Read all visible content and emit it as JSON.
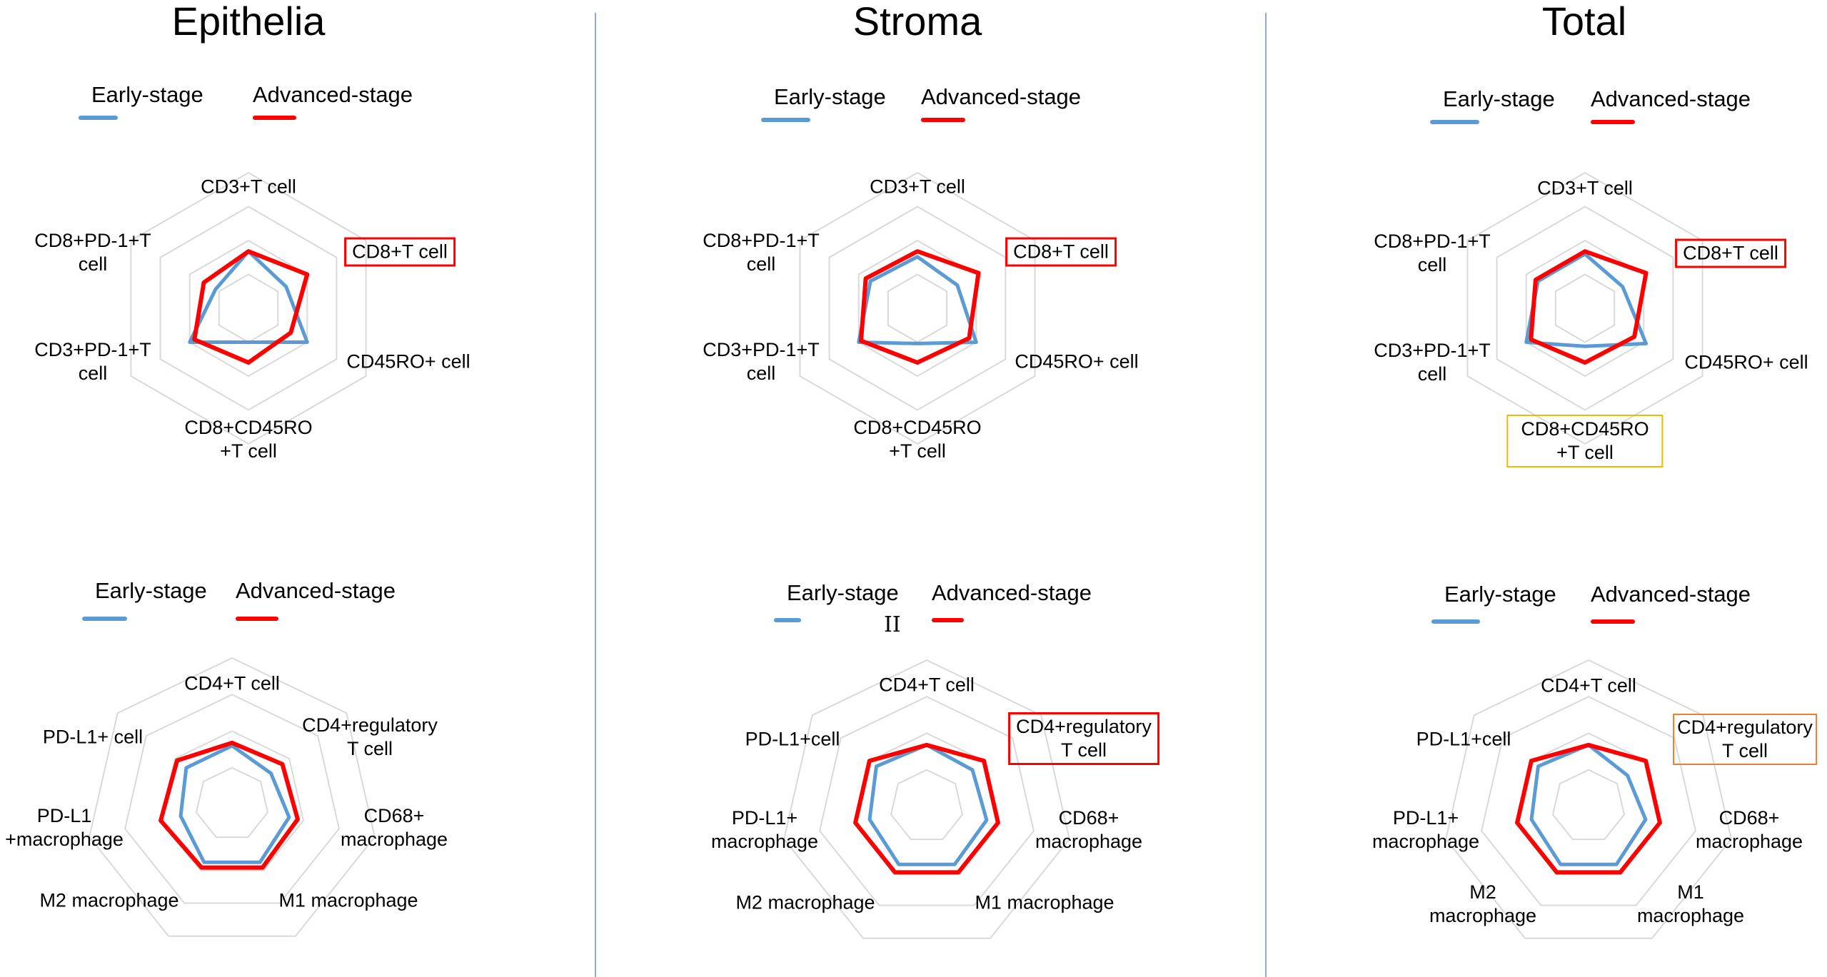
{
  "colors": {
    "early": "#5b9bd5",
    "advanced": "#ff0000",
    "grid": "#d9d9d9",
    "divider": "#8faadc",
    "highlight_red": "#ff0000",
    "highlight_yellow": "#f5b800",
    "highlight_orange": "#ed7d31"
  },
  "columns": [
    {
      "title": "Epithelia"
    },
    {
      "title": "Stroma"
    },
    {
      "title": "Total"
    }
  ],
  "annotation_roman": "II",
  "chart_data": [
    {
      "type": "radar",
      "column": "Epithelia",
      "row": "top",
      "legend": {
        "early": "Early-stage",
        "advanced": "Advanced-stage"
      },
      "axes": [
        "CD3+T cell",
        "CD8+T cell",
        "CD45RO+ cell",
        "CD8+CD45RO\n+T cell",
        "CD3+PD-1+T\ncell",
        "CD8+PD-1+T\ncell"
      ],
      "highlight": {
        "axis": 1,
        "style": "red"
      },
      "grid_levels": 4,
      "series": [
        {
          "name": "Early-stage",
          "values": [
            0.42,
            0.32,
            0.5,
            0.25,
            0.5,
            0.28
          ]
        },
        {
          "name": "Advanced-stage",
          "values": [
            0.42,
            0.5,
            0.36,
            0.4,
            0.46,
            0.38
          ]
        }
      ]
    },
    {
      "type": "radar",
      "column": "Stroma",
      "row": "top",
      "legend": {
        "early": "Early-stage",
        "advanced": "Advanced-stage"
      },
      "axes": [
        "CD3+T cell",
        "CD8+T cell",
        "CD45RO+ cell",
        "CD8+CD45RO\n+T cell",
        "CD3+PD-1+T\ncell",
        "CD8+PD-1+T\ncell"
      ],
      "highlight": {
        "axis": 1,
        "style": "red"
      },
      "grid_levels": 4,
      "series": [
        {
          "name": "Early-stage",
          "values": [
            0.38,
            0.34,
            0.5,
            0.26,
            0.5,
            0.4
          ]
        },
        {
          "name": "Advanced-stage",
          "values": [
            0.42,
            0.52,
            0.44,
            0.4,
            0.48,
            0.44
          ]
        }
      ]
    },
    {
      "type": "radar",
      "column": "Total",
      "row": "top",
      "legend": {
        "early": "Early-stage",
        "advanced": "Advanced-stage"
      },
      "axes": [
        "CD3+T cell",
        "CD8+T cell",
        "CD45RO+ cell",
        "CD8+CD45RO\n+T cell",
        "CD3+PD-1+T\ncell",
        "CD8+PD-1+T\ncell"
      ],
      "highlight": {
        "axis": 3,
        "style": "yellow"
      },
      "highlight2": {
        "axis": 1,
        "style": "red"
      },
      "grid_levels": 4,
      "series": [
        {
          "name": "Early-stage",
          "values": [
            0.4,
            0.32,
            0.52,
            0.28,
            0.5,
            0.4
          ]
        },
        {
          "name": "Advanced-stage",
          "values": [
            0.42,
            0.52,
            0.42,
            0.4,
            0.46,
            0.42
          ]
        }
      ]
    },
    {
      "type": "radar",
      "column": "Epithelia",
      "row": "bottom",
      "legend": {
        "early": "Early-stage",
        "advanced": "Advanced-stage"
      },
      "axes": [
        "CD4+T cell",
        "CD4+regulatory\nT cell",
        "CD68+\nmacrophage",
        "M1 macrophage",
        "M2 macrophage",
        "PD-L1\n+macrophage",
        "PD-L1+ cell"
      ],
      "grid_levels": 4,
      "series": [
        {
          "name": "Early-stage",
          "values": [
            0.4,
            0.34,
            0.4,
            0.44,
            0.44,
            0.36,
            0.4
          ]
        },
        {
          "name": "Advanced-stage",
          "values": [
            0.42,
            0.44,
            0.46,
            0.48,
            0.48,
            0.5,
            0.48
          ]
        }
      ]
    },
    {
      "type": "radar",
      "column": "Stroma",
      "row": "bottom",
      "legend": {
        "early": "Early-stage",
        "advanced": "Advanced-stage"
      },
      "axes": [
        "CD4+T cell",
        "CD4+regulatory\nT cell",
        "CD68+\nmacrophage",
        "M1 macrophage",
        "M2 macrophage",
        "PD-L1+\nmacrophage",
        "PD-L1+cell"
      ],
      "highlight": {
        "axis": 1,
        "style": "red"
      },
      "grid_levels": 4,
      "series": [
        {
          "name": "Early-stage",
          "values": [
            0.42,
            0.4,
            0.42,
            0.44,
            0.44,
            0.4,
            0.44
          ]
        },
        {
          "name": "Advanced-stage",
          "values": [
            0.42,
            0.5,
            0.5,
            0.5,
            0.5,
            0.5,
            0.5
          ]
        }
      ]
    },
    {
      "type": "radar",
      "column": "Total",
      "row": "bottom",
      "legend": {
        "early": "Early-stage",
        "advanced": "Advanced-stage"
      },
      "axes": [
        "CD4+T cell",
        "CD4+regulatory\nT cell",
        "CD68+\nmacrophage",
        "M1\nmacrophage",
        "M2\nmacrophage",
        "PD-L1+\nmacrophage",
        "PD-L1+cell"
      ],
      "highlight": {
        "axis": 1,
        "style": "orange"
      },
      "grid_levels": 4,
      "series": [
        {
          "name": "Early-stage",
          "values": [
            0.42,
            0.34,
            0.4,
            0.44,
            0.44,
            0.4,
            0.44
          ]
        },
        {
          "name": "Advanced-stage",
          "values": [
            0.42,
            0.5,
            0.5,
            0.5,
            0.5,
            0.5,
            0.5
          ]
        }
      ]
    }
  ]
}
